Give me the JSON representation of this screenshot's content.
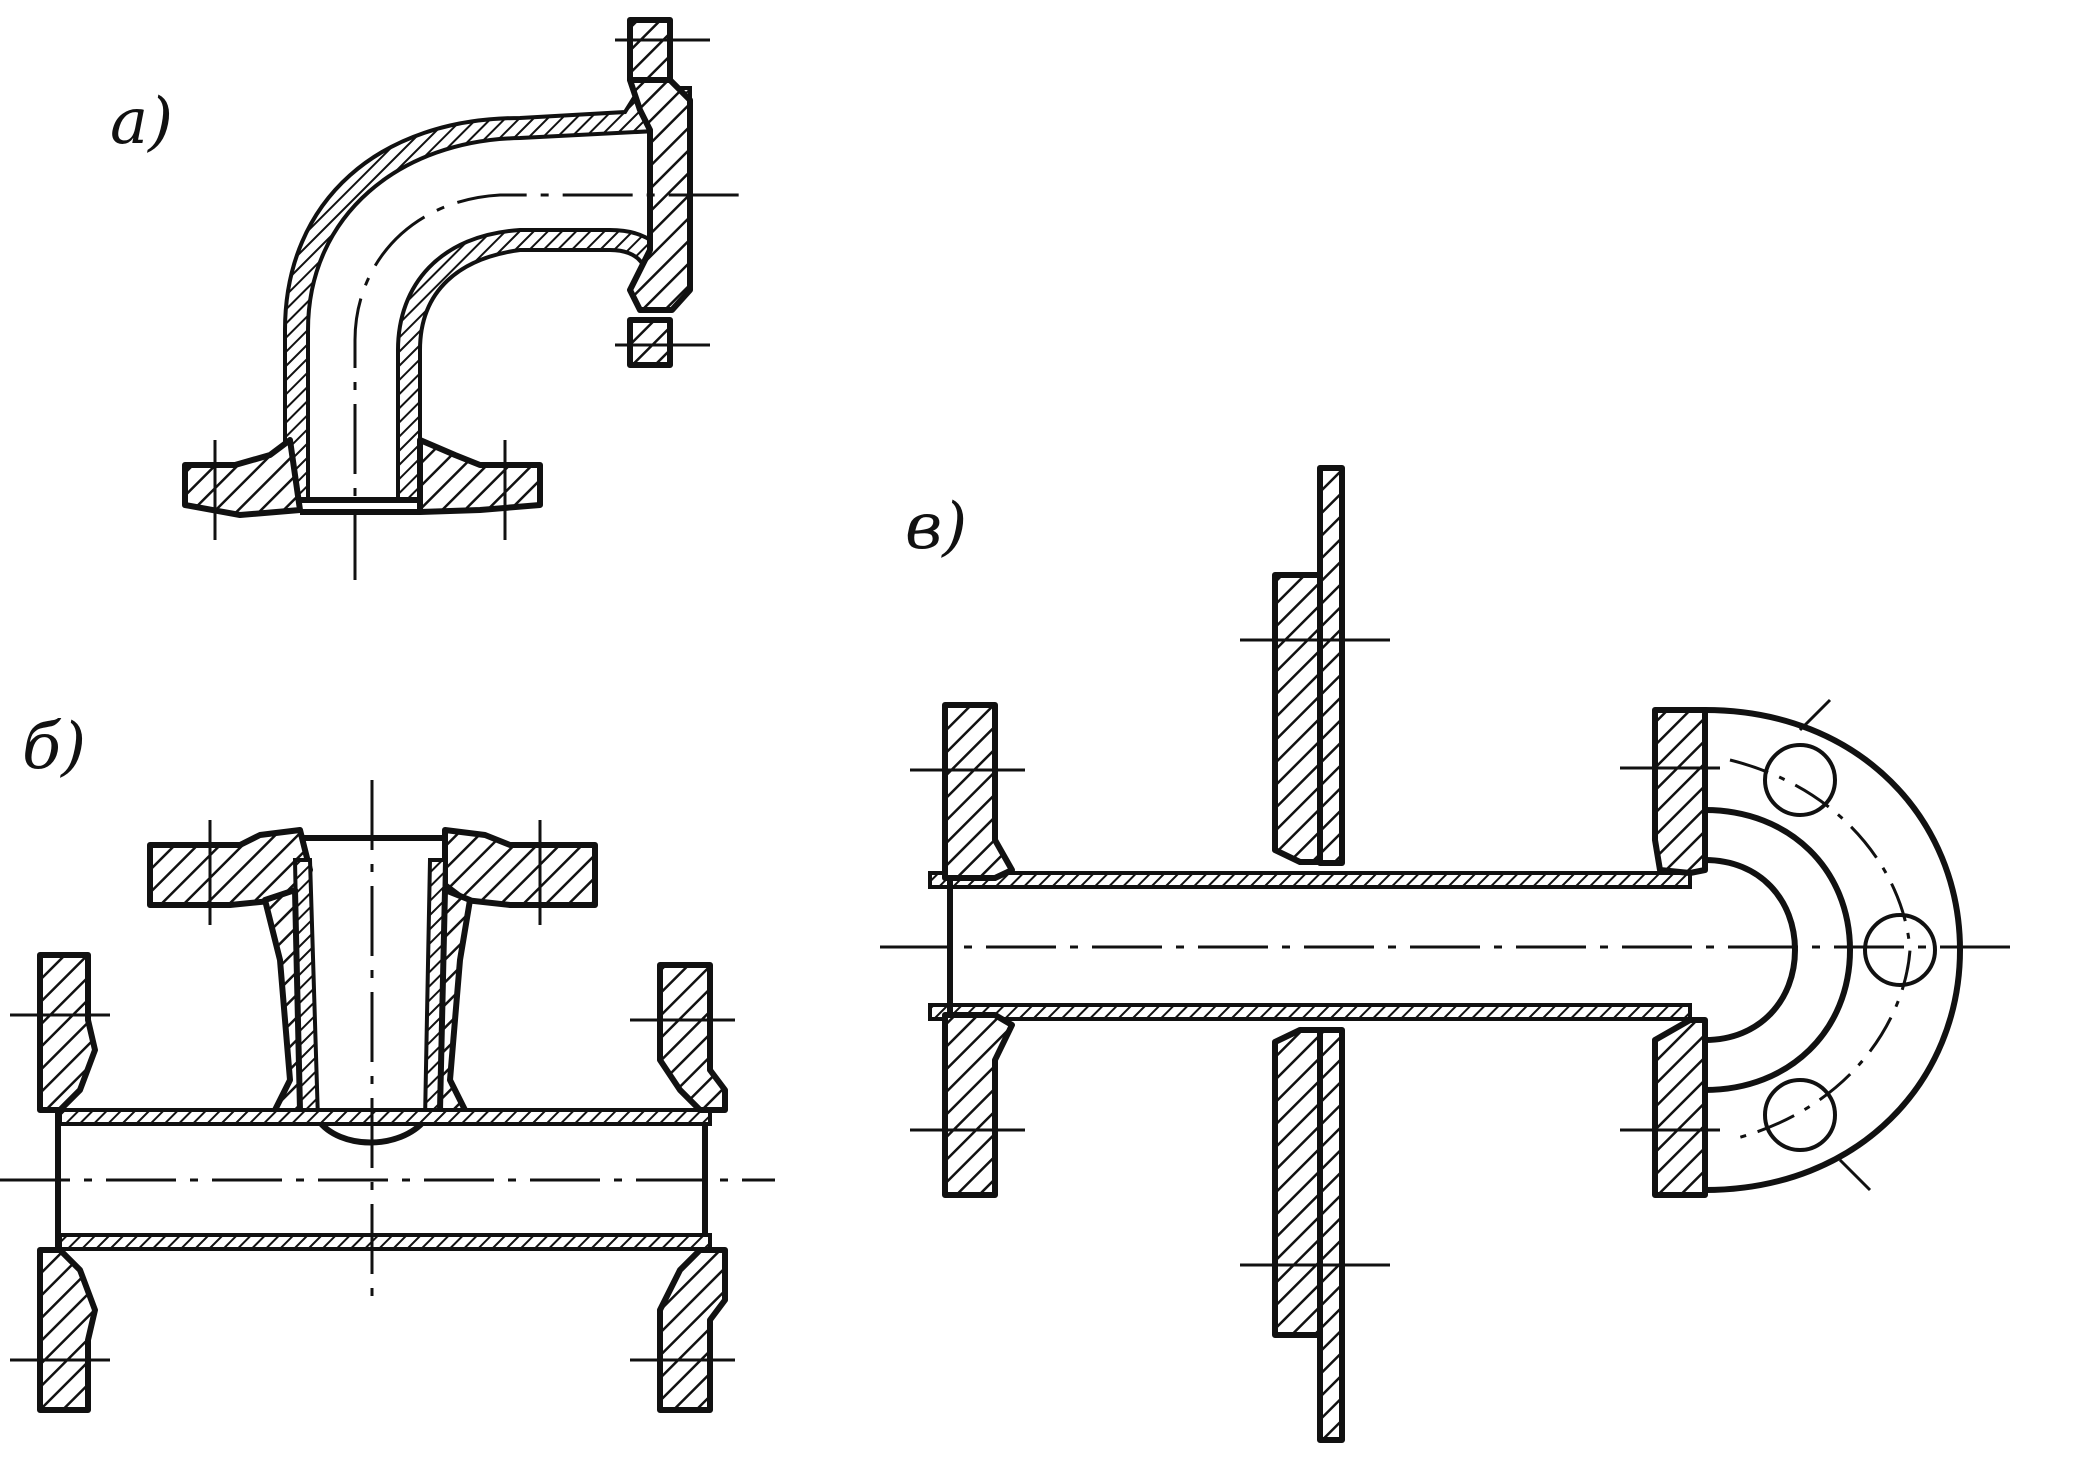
{
  "figures": {
    "a": {
      "label": "a)"
    },
    "b": {
      "label": "б)"
    },
    "v": {
      "label": "в)"
    }
  },
  "colors": {
    "ink": "#111111",
    "paper": "#ffffff"
  }
}
